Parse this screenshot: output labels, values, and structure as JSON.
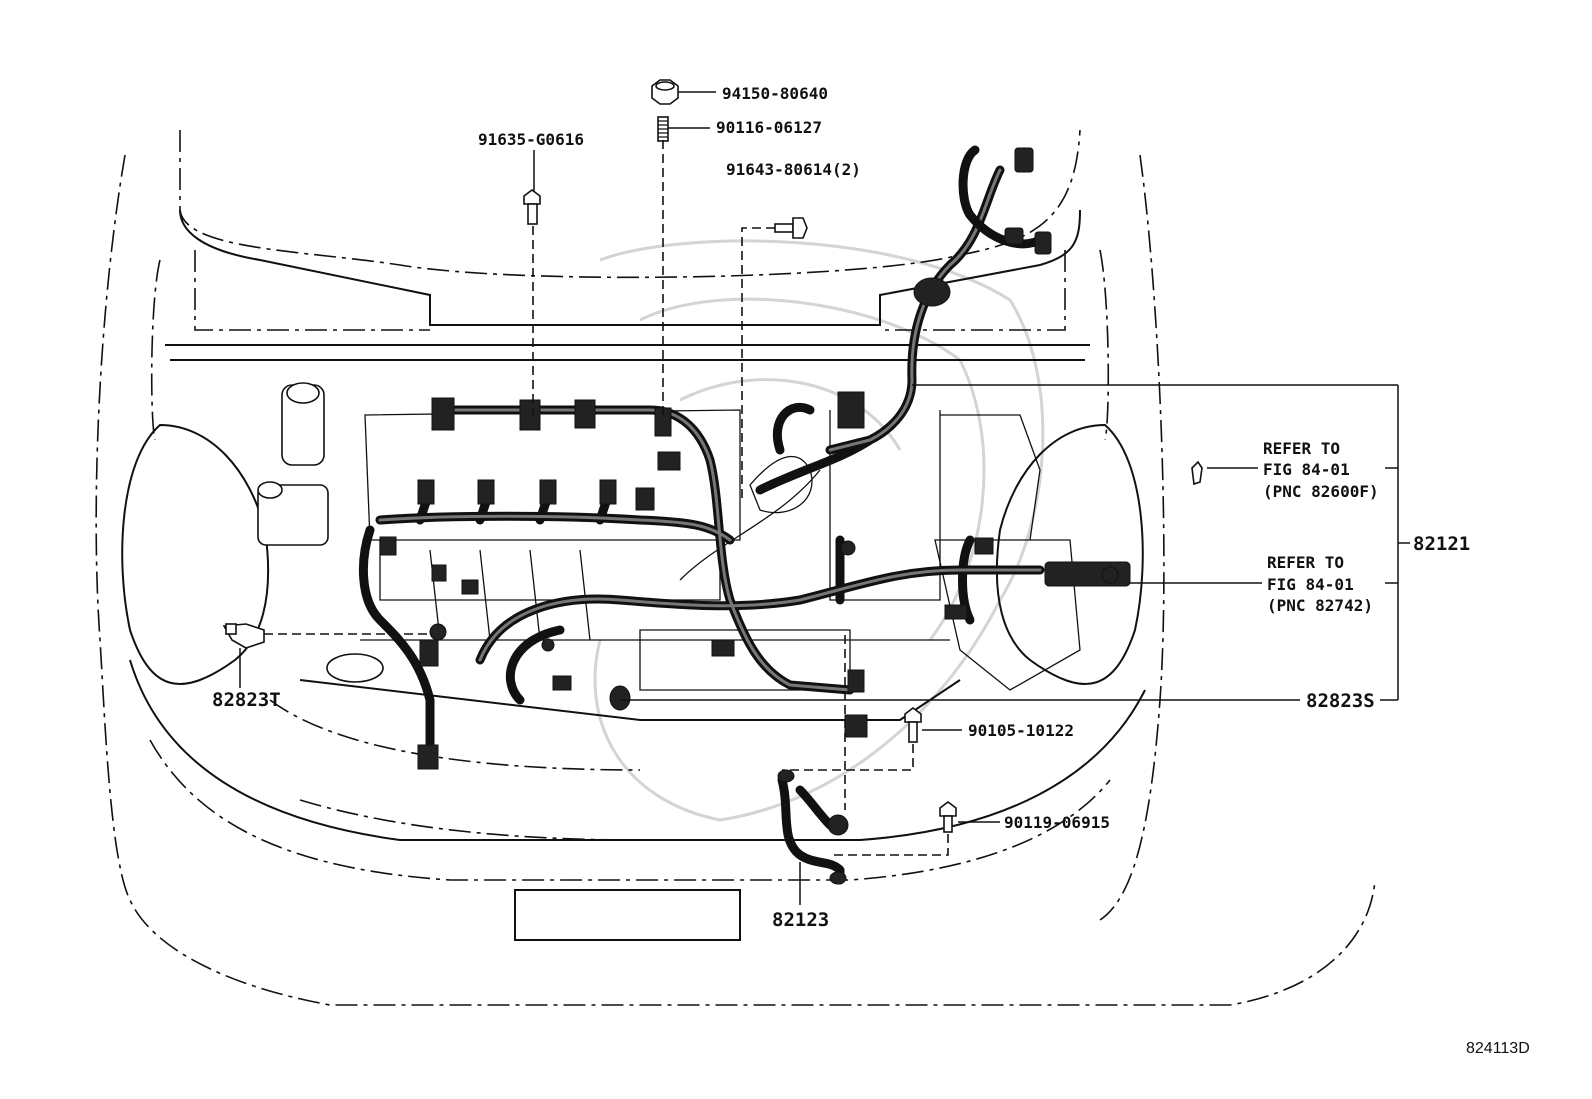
{
  "diagram": {
    "figure_id": "824113D",
    "callouts": {
      "p94150": "94150-80640",
      "p90116": "90116-06127",
      "p91635": "91635-G0616",
      "p91643": "91643-80614(2)",
      "p82121": "82121",
      "p82823S": "82823S",
      "p82823T": "82823T",
      "p90105": "90105-10122",
      "p90119": "90119-06915",
      "p82123": "82123"
    },
    "references": [
      {
        "line1": "REFER TO",
        "line2": "FIG 84-01",
        "line3": "(PNC 82600F)"
      },
      {
        "line1": "REFER TO",
        "line2": "FIG 84-01",
        "line3": "(PNC 82742)"
      }
    ],
    "icons": [
      "nut-icon",
      "stud-icon",
      "bolt-icon",
      "clip-icon",
      "connector-icon",
      "wire-harness-icon"
    ]
  }
}
